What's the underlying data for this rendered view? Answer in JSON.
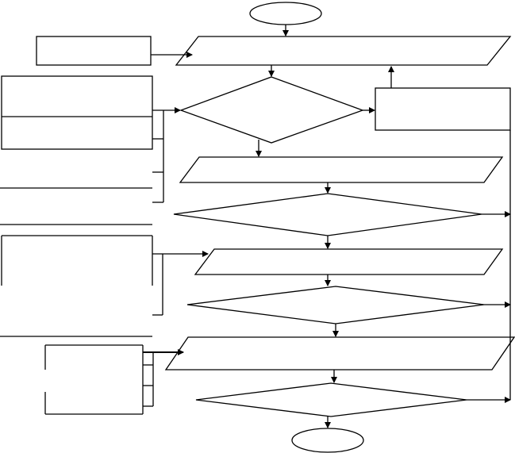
{
  "diagram": {
    "type": "flowchart",
    "text_labels": [],
    "colors": {
      "stroke": "#000000",
      "fill": "#ffffff"
    },
    "nodes": [
      {
        "id": "start",
        "shape": "terminator"
      },
      {
        "id": "io-1",
        "shape": "parallelogram"
      },
      {
        "id": "decision-1",
        "shape": "diamond"
      },
      {
        "id": "process-right",
        "shape": "rectangle"
      },
      {
        "id": "io-2",
        "shape": "parallelogram"
      },
      {
        "id": "decision-2",
        "shape": "diamond"
      },
      {
        "id": "io-3",
        "shape": "parallelogram"
      },
      {
        "id": "decision-3",
        "shape": "diamond"
      },
      {
        "id": "io-4",
        "shape": "parallelogram"
      },
      {
        "id": "decision-4",
        "shape": "diamond"
      },
      {
        "id": "end",
        "shape": "terminator"
      }
    ],
    "side_notes": [
      {
        "id": "note-top"
      },
      {
        "id": "note-group-1"
      },
      {
        "id": "note-group-2"
      },
      {
        "id": "note-group-3"
      },
      {
        "id": "note-bottom"
      }
    ]
  }
}
